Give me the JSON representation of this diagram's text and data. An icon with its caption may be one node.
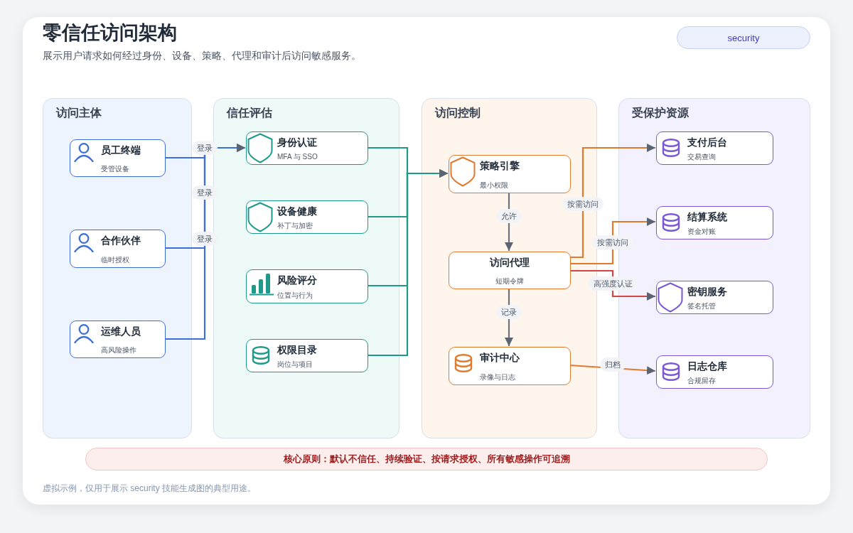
{
  "diagram": {
    "title": "零信任访问架构",
    "nodes": [
      {
        "text": [
          "security"
        ]
      },
      {
        "text": [
          "访问主体"
        ]
      },
      {
        "text": [
          "员工终端",
          "受管设备"
        ],
        "in": 1
      },
      {
        "text": [
          "合作伙伴",
          "临时授权"
        ],
        "in": 1
      },
      {
        "text": [
          "运维人员",
          "高风险操作"
        ],
        "in": 1
      },
      {
        "text": [
          "信任评估"
        ]
      },
      {
        "text": [
          "身份认证",
          "MFA 与 SSO"
        ],
        "in": 5
      },
      {
        "text": [
          "设备健康",
          "补丁与加密"
        ],
        "in": 5
      },
      {
        "text": [
          "风险评分",
          "位置与行为"
        ],
        "in": 5
      },
      {
        "text": [
          "权限目录",
          "岗位与项目"
        ],
        "in": 5
      },
      {
        "text": [
          "访问控制"
        ]
      },
      {
        "text": [
          "策略引擎",
          "最小权限"
        ],
        "in": 10
      },
      {
        "text": [
          "访问代理",
          "短期令牌"
        ],
        "in": 10
      },
      {
        "text": [
          "审计中心",
          "录像与日志"
        ],
        "in": 10
      },
      {
        "text": [
          "受保护资源"
        ]
      },
      {
        "text": [
          "支付后台",
          "交易查询"
        ],
        "in": 14
      },
      {
        "text": [
          "结算系统",
          "资金对账"
        ],
        "in": 14
      },
      {
        "text": [
          "密钥服务",
          "签名托管"
        ],
        "in": 14
      },
      {
        "text": [
          "日志仓库",
          "合规留存"
        ],
        "in": 14
      },
      {
        "text": [
          "核心原则：默认不信任、持续验证、按请求授权、所有敏感操作可追溯"
        ]
      }
    ],
    "edges": [
      {
        "from": 2,
        "to": 6,
        "arrow": "to",
        "label": "登录",
        "color": "#3d6fd9"
      },
      {
        "from": 3,
        "to": 6,
        "arrow": "to",
        "label": "登录",
        "color": "#3d6fd9"
      },
      {
        "from": 4,
        "to": 6,
        "arrow": "to",
        "label": "登录",
        "color": "#3d6fd9"
      },
      {
        "from": 6,
        "to": 11,
        "arrow": "to",
        "color": "#1f9a8a"
      },
      {
        "from": 7,
        "to": 11,
        "arrow": "to",
        "color": "#1f9a8a"
      },
      {
        "from": 8,
        "to": 11,
        "arrow": "to",
        "color": "#1f9a8a"
      },
      {
        "from": 9,
        "to": 11,
        "arrow": "to",
        "color": "#1f9a8a"
      },
      {
        "from": 11,
        "to": 12,
        "arrow": "to",
        "label": "允许"
      },
      {
        "from": 12,
        "to": 13,
        "arrow": "to",
        "label": "记录"
      },
      {
        "from": 12,
        "to": 15,
        "arrow": "to",
        "label": "按需访问",
        "color": "#e07a2e"
      },
      {
        "from": 12,
        "to": 16,
        "arrow": "to",
        "label": "按需访问",
        "color": "#e07a2e"
      },
      {
        "from": 12,
        "to": 17,
        "arrow": "to",
        "label": "高强度认证",
        "color": "#d64545"
      },
      {
        "from": 13,
        "to": 18,
        "arrow": "to",
        "label": "归档",
        "color": "#e07a2e"
      }
    ],
    "labels": [
      "展示用户请求如何经过身份、设备、策略、代理和审计后访问敏感服务。",
      "虚拟示例，仅用于展示 security 技能生成图的典型用途。"
    ]
  }
}
